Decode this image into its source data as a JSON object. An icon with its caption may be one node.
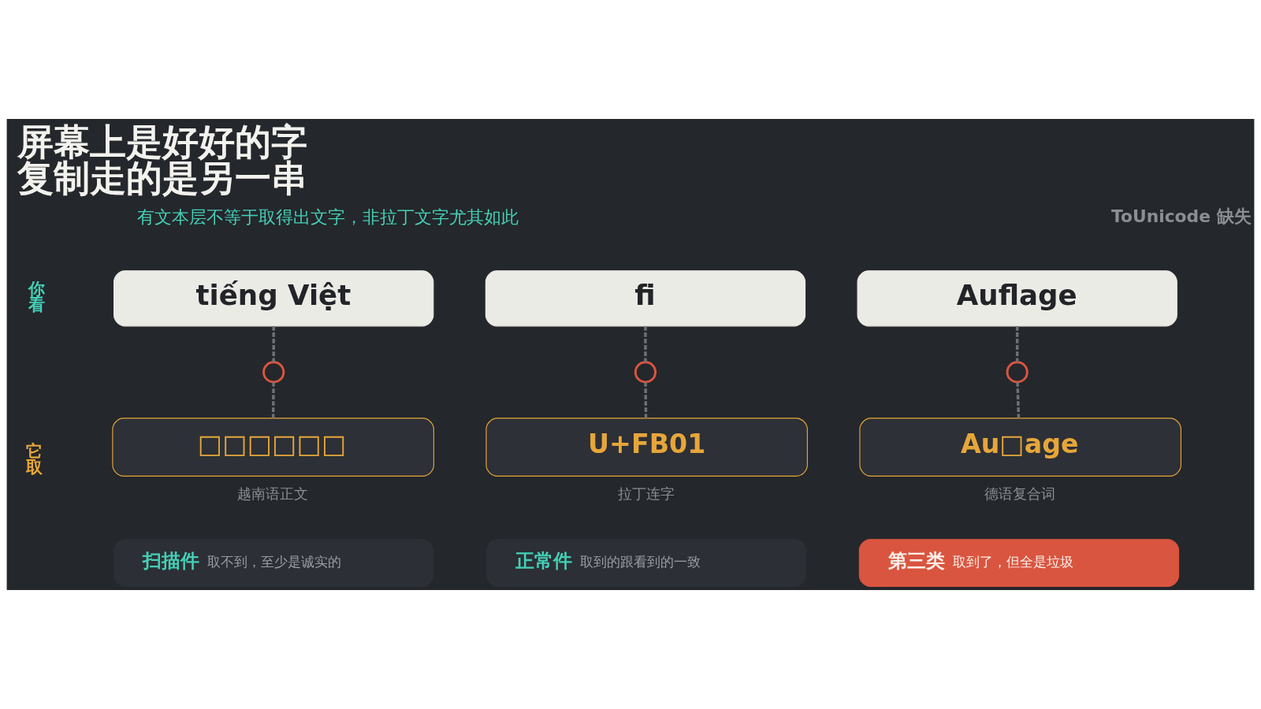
{
  "diagram": {
    "title": "屏幕上是好好的字复制走的是另一串",
    "nodes": [
      {
        "text": [
          "tiếng Việt"
        ]
      },
      {
        "text": [
          "fi"
        ]
      },
      {
        "text": [
          "Auflage"
        ]
      },
      {
        "text": [],
        "shape": "circle"
      },
      {
        "text": [],
        "shape": "circle"
      },
      {
        "text": [],
        "shape": "circle"
      },
      {
        "text": [
          "□□□□□□"
        ],
        "beside": [
          "越南语正文"
        ]
      },
      {
        "text": [
          "U+FB01"
        ],
        "beside": [
          "拉丁连字"
        ]
      },
      {
        "text": [
          "Au□age"
        ],
        "beside": [
          "德语复合词"
        ]
      },
      {
        "text": [
          "扫描件",
          "取不到，至少是诚实的"
        ]
      },
      {
        "text": [
          "正常件",
          "取到的跟看到的一致"
        ]
      },
      {
        "text": [
          "第三类",
          "取到了，但全是垃圾"
        ]
      }
    ],
    "edges": [
      {
        "from": 0,
        "to": 3,
        "arrow": "none",
        "style": "dashed"
      },
      {
        "from": 3,
        "to": 6,
        "arrow": "none",
        "style": "dashed"
      },
      {
        "from": 1,
        "to": 4,
        "arrow": "none",
        "style": "dashed"
      },
      {
        "from": 4,
        "to": 7,
        "arrow": "none",
        "style": "dashed"
      },
      {
        "from": 2,
        "to": 5,
        "arrow": "none",
        "style": "dashed"
      },
      {
        "from": 5,
        "to": 8,
        "arrow": "none",
        "style": "dashed"
      }
    ],
    "labels": [
      "ToUnicode 缺失",
      "有文本层不等于取得出文字，非拉丁文字尤其如此",
      "你看",
      "它取"
    ]
  }
}
